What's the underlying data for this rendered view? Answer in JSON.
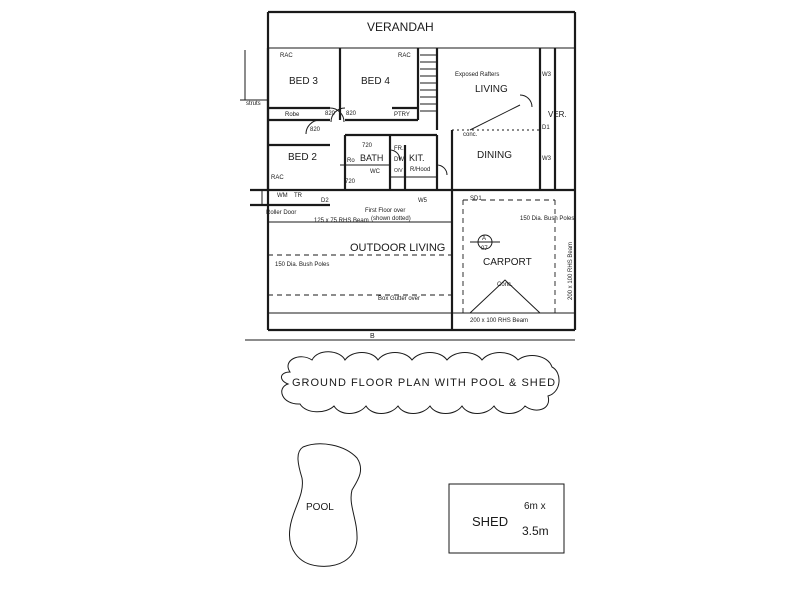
{
  "plan": {
    "verandah": "VERANDAH",
    "rooms": {
      "bed3": "BED 3",
      "bed4": "BED 4",
      "bed2": "BED 2",
      "living": "LIVING",
      "dining": "DINING",
      "bath": "BATH",
      "kit": "KIT.",
      "outdoor_living": "OUTDOOR LIVING",
      "carport": "CARPORT",
      "ver": "VER."
    },
    "notes": {
      "rac1": "RAC",
      "rac2": "RAC",
      "rac3": "RAC",
      "robe": "Robe",
      "ptry": "PTRY",
      "d820a": "820",
      "d820b": "820",
      "d820c": "820",
      "d720a": "720",
      "d720b": "720",
      "struts": "struts",
      "exposed_rafters": "Exposed Rafters",
      "conc1": "conc.",
      "conc2": "Conc.",
      "w3a": "W3",
      "w3b": "W3",
      "d1": "D1",
      "fr": "FR.",
      "rhood": "R/Hood",
      "ro": "Ro",
      "wc": "WC",
      "dw": "DW",
      "ov": "O/V",
      "wm": "WM",
      "tr": "TR",
      "roller_door": "Roller Door",
      "beam125": "125 x 75 RHS Beam",
      "first_floor": "First Floor over",
      "shown_dotted": "(shown dotted)",
      "d2": "D2",
      "w5": "W5",
      "sd1": "SD1",
      "poles_right": "150 Dia. Bush Poles",
      "poles_left": "150 Dia. Bush Poles",
      "beam_vertical": "200 x 100 RHS Beam",
      "box_gutter": "Box Gutter over",
      "beam_bottom": "200 x 100 RHS Beam",
      "section_a": "A",
      "section_07": "07",
      "b_mark": "B"
    },
    "caption": "GROUND FLOOR PLAN WITH POOL & SHED",
    "pool": "POOL",
    "shed": {
      "name": "SHED",
      "width": "6m x",
      "length": "3.5m"
    }
  }
}
